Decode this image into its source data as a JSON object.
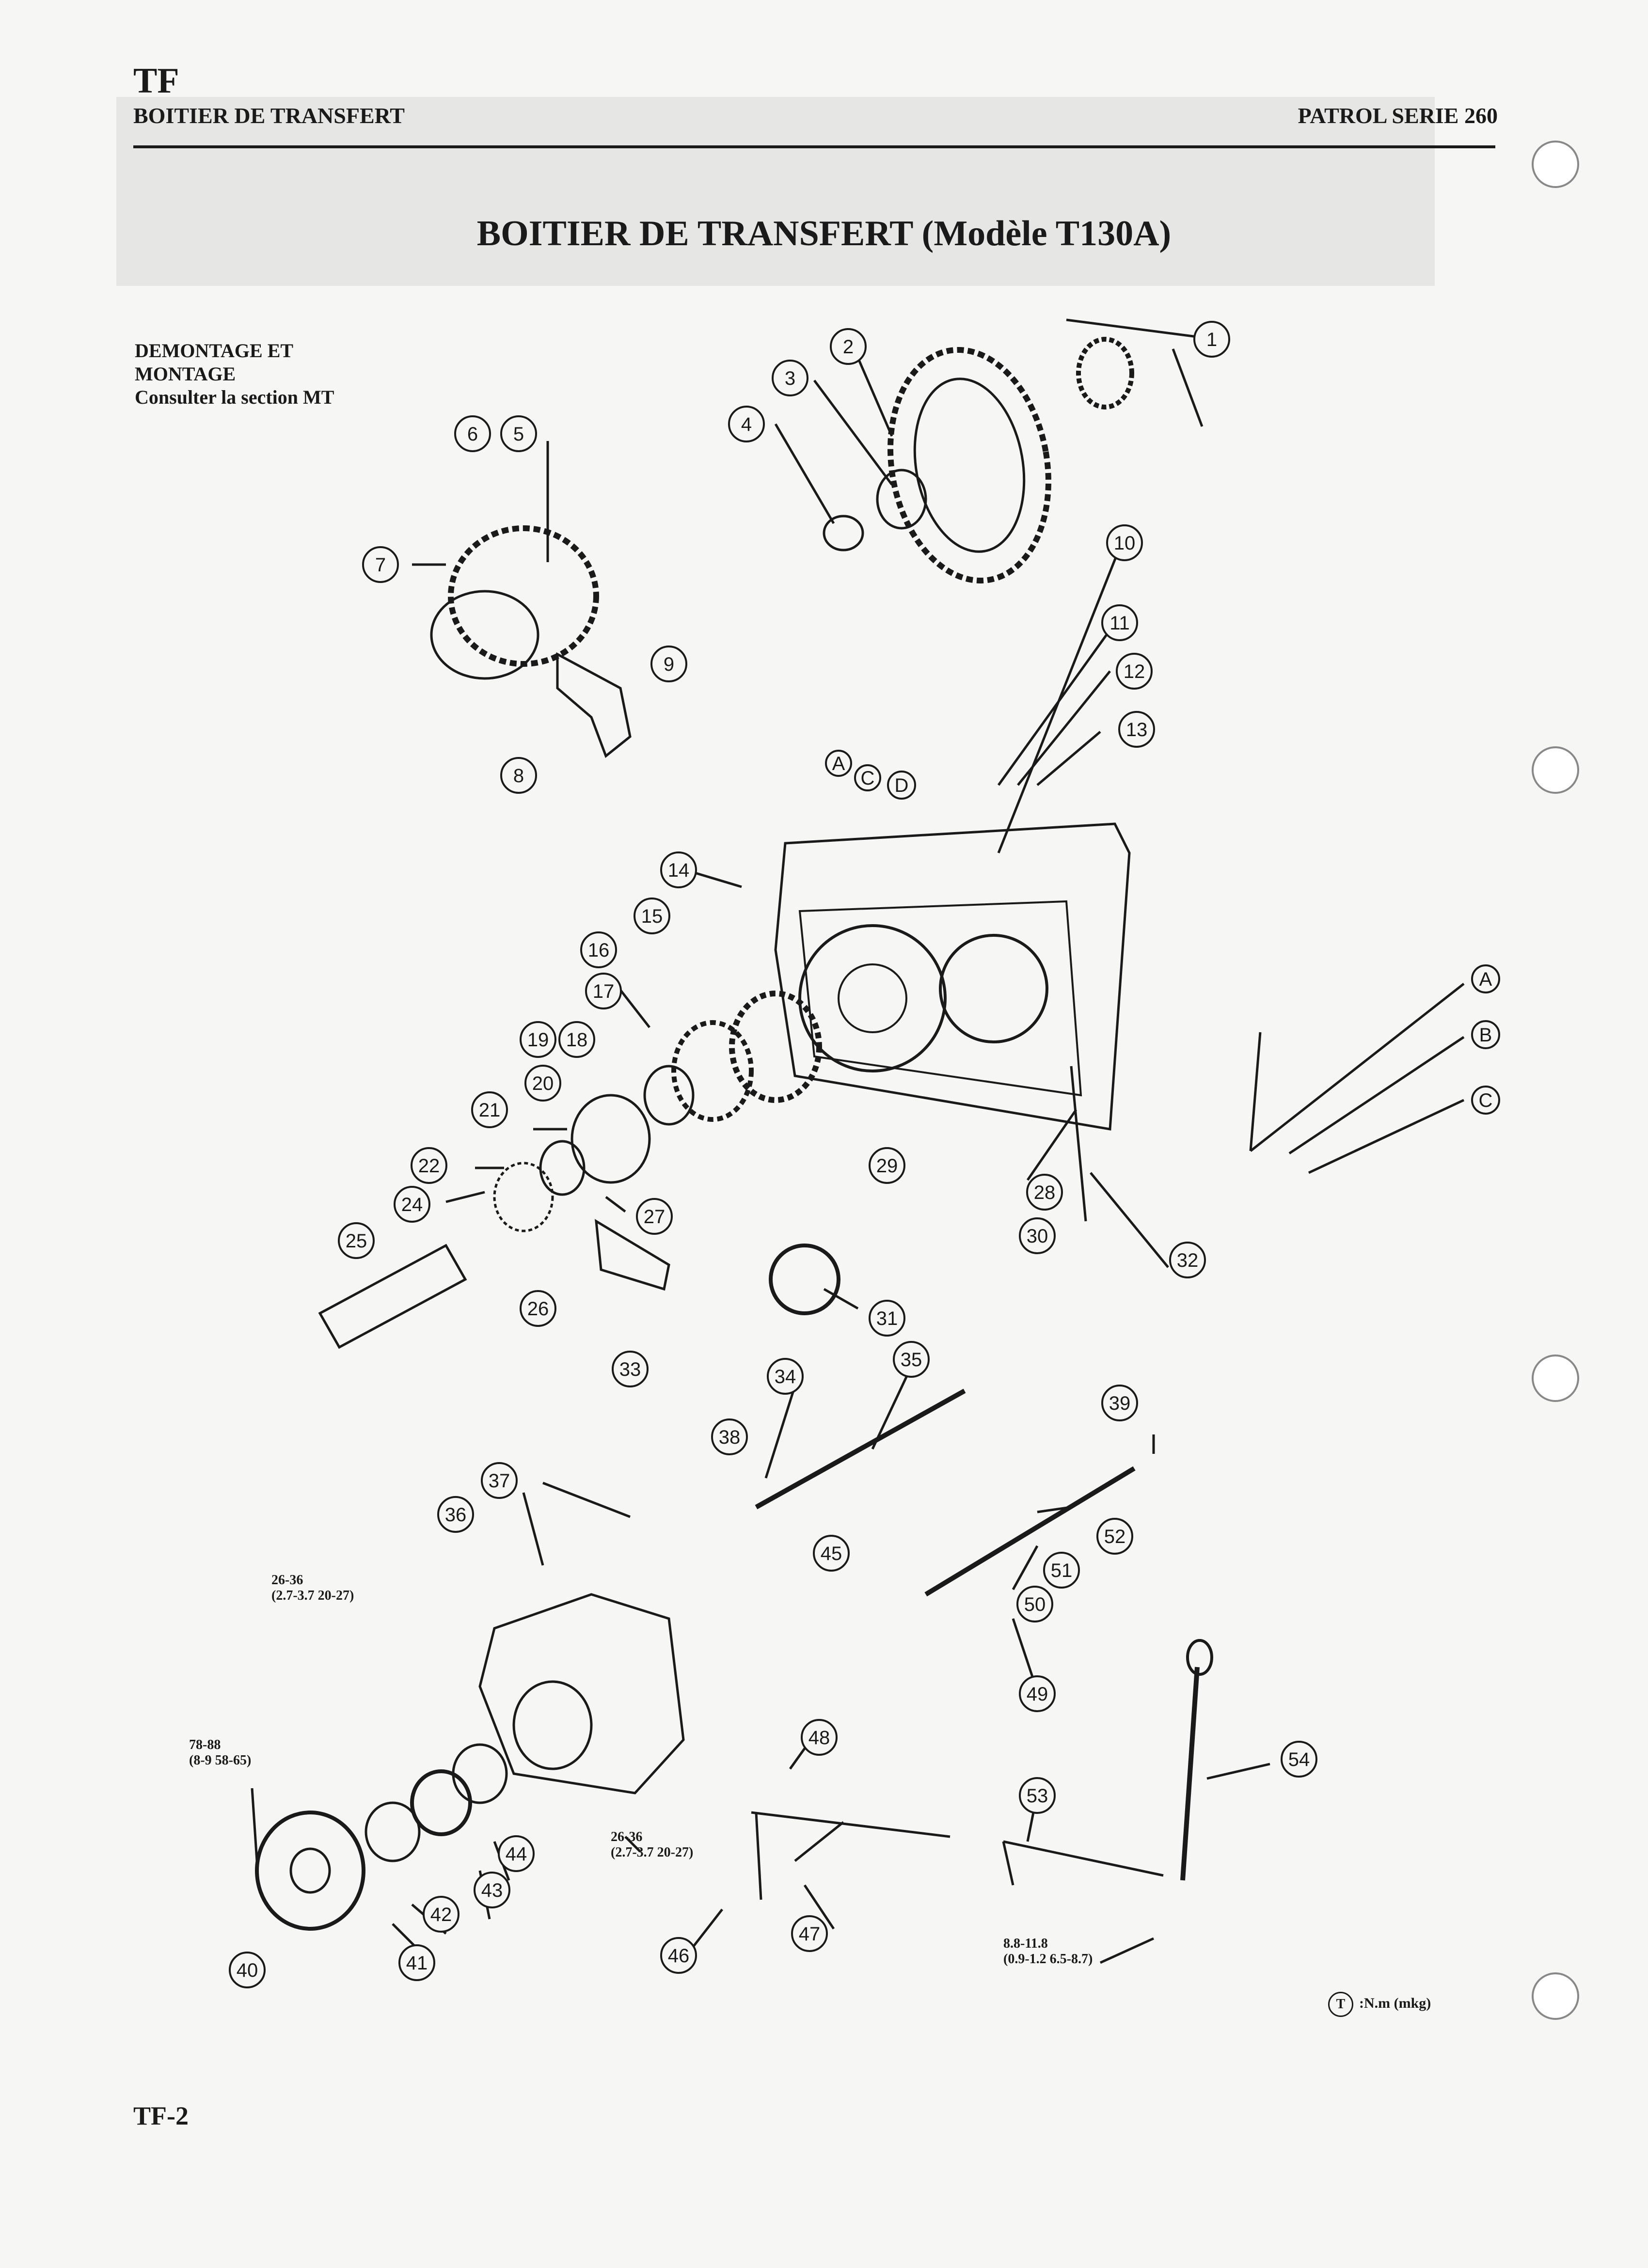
{
  "header": {
    "section_code": "TF",
    "section_name": "BOITIER DE TRANSFERT",
    "vehicle": "PATROL SERIE 260"
  },
  "page_title": "BOITIER DE TRANSFERT (Modèle T130A)",
  "side_note": {
    "line1": "DEMONTAGE ET",
    "line2": "MONTAGE",
    "line3": "Consulter la section MT"
  },
  "torque_specs": [
    {
      "value": "26-36",
      "detail": "(2.7-3.7 20-27)"
    },
    {
      "value": "78-88",
      "detail": "(8-9 58-65)"
    },
    {
      "value": "26-36",
      "detail": "(2.7-3.7 20-27)"
    },
    {
      "value": "8.8-11.8",
      "detail": "(0.9-1.2 6.5-8.7)"
    }
  ],
  "legend": {
    "symbol": "T",
    "text": ":N.m (mkg)"
  },
  "page_number": "TF-2",
  "callouts": [
    "1",
    "2",
    "3",
    "4",
    "5",
    "6",
    "7",
    "8",
    "9",
    "10",
    "11",
    "12",
    "13",
    "14",
    "15",
    "16",
    "17",
    "18",
    "19",
    "20",
    "21",
    "22",
    "24",
    "25",
    "26",
    "27",
    "28",
    "29",
    "30",
    "31",
    "32",
    "33",
    "34",
    "35",
    "36",
    "37",
    "38",
    "39",
    "40",
    "41",
    "42",
    "43",
    "44",
    "45",
    "46",
    "47",
    "48",
    "49",
    "50",
    "51",
    "52",
    "53",
    "54"
  ],
  "letter_callouts": [
    "A",
    "B",
    "C",
    "D"
  ]
}
